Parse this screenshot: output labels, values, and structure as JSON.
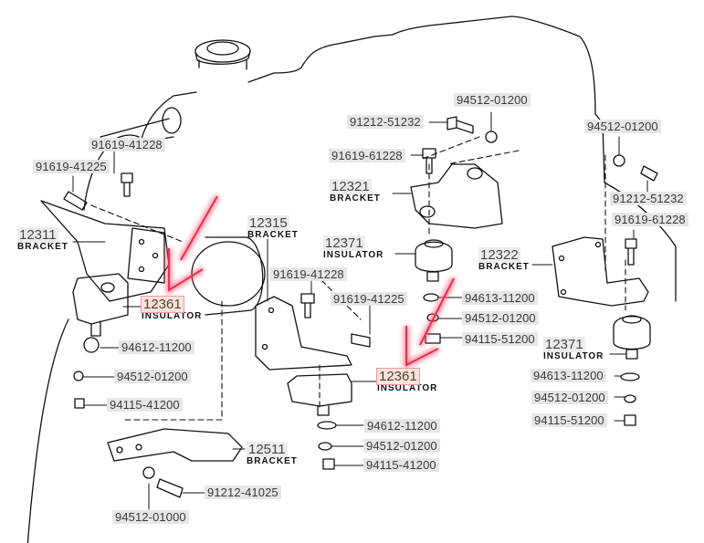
{
  "diagram": {
    "title": "Engine mounting parts diagram",
    "highlight_color": "#e8304e",
    "parts": {
      "p91619_41228_a": "91619-41228",
      "p91619_41225_a": "91619-41225",
      "p12311": {
        "number": "12311",
        "name": "BRACKET"
      },
      "p12361_a": {
        "number": "12361",
        "name": "INSULATOR"
      },
      "p94612_11200_a": "94612-11200",
      "p94512_01200_a": "94512-01200",
      "p94115_41200_a": "94115-41200",
      "p12511": {
        "number": "12511",
        "name": "BRACKET"
      },
      "p91212_41025": "91212-41025",
      "p94512_01000": "94512-01000",
      "p12315": {
        "number": "12315",
        "name": "BRACKET"
      },
      "p91619_41228_b": "91619-41228",
      "p91619_41225_b": "91619-41225",
      "p94512_01200_b": "94512-01200",
      "p91212_51232_a": "91212-51232",
      "p91619_61228_a": "91619-61228",
      "p12321": {
        "number": "12321",
        "name": "BRACKET"
      },
      "p12371_a": {
        "number": "12371",
        "name": "INSULATOR"
      },
      "p94613_11200_a": "94613-11200",
      "p94512_01200_c": "94512-01200",
      "p94115_51200_a": "94115-51200",
      "p12361_b": {
        "number": "12361",
        "name": "INSULATOR"
      },
      "p94612_11200_b": "94612-11200",
      "p94512_01200_d": "94512-01200",
      "p94115_41200_b": "94115-41200",
      "p94512_01200_e": "94512-01200",
      "p91212_51232_b": "91212-51232",
      "p91619_61228_b": "91619-61228",
      "p12322": {
        "number": "12322",
        "name": "BRACKET"
      },
      "p12371_b": {
        "number": "12371",
        "name": "INSULATOR"
      },
      "p94613_11200_b": "94613-11200",
      "p94512_01200_f": "94512-01200",
      "p94115_51200_b": "94115-51200"
    },
    "annotations": [
      {
        "type": "arrow",
        "points_to": "12361 INSULATOR (left mount)"
      },
      {
        "type": "arrow",
        "points_to": "12361 INSULATOR (center mount)"
      }
    ]
  }
}
